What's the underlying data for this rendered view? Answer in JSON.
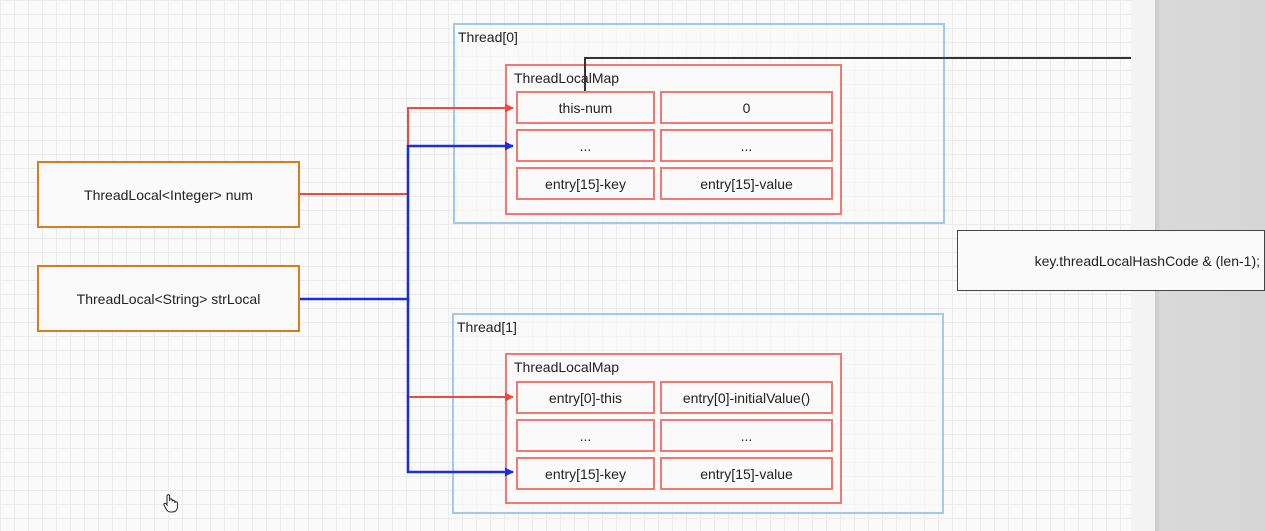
{
  "threadlocals": {
    "num": "ThreadLocal<Integer> num",
    "strLocal": "ThreadLocal<String> strLocal"
  },
  "threads": [
    {
      "label": "Thread[0]",
      "map_label": "ThreadLocalMap",
      "rows": [
        [
          "this-num",
          "0"
        ],
        [
          "...",
          "..."
        ],
        [
          "entry[15]-key",
          "entry[15]-value"
        ]
      ]
    },
    {
      "label": "Thread[1]",
      "map_label": "ThreadLocalMap",
      "rows": [
        [
          "entry[0]-this",
          "entry[0]-initialValue()"
        ],
        [
          "...",
          "..."
        ],
        [
          "entry[15]-key",
          "entry[15]-value"
        ]
      ]
    }
  ],
  "hash_formula": "key.threadLocalHashCode & (len-1);",
  "colors": {
    "threadlocal_border": "#d97a1e",
    "thread_border": "#9fc9ef",
    "map_border": "#f07a72",
    "num_arrow": "#f0483a",
    "strlocal_arrow": "#1a2ee0",
    "hash_arrow": "#333333"
  }
}
